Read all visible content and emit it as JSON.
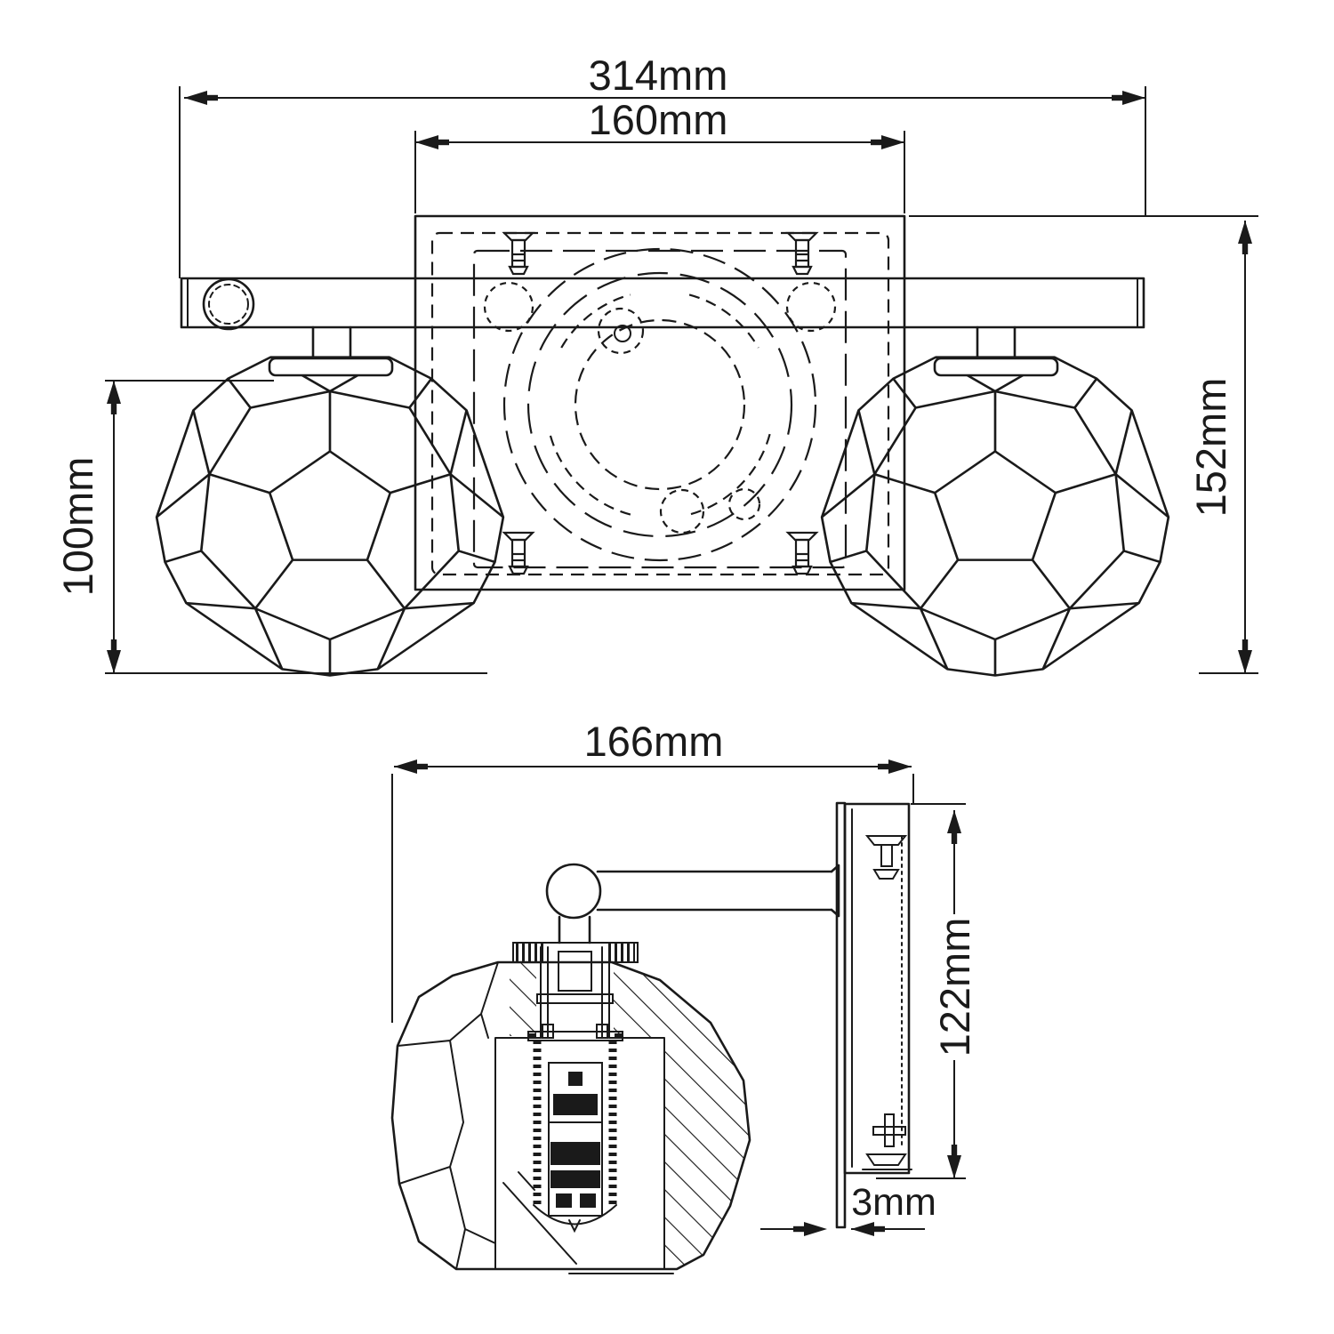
{
  "drawing": {
    "front_view": {
      "dimensions": {
        "overall_width": "314mm",
        "backplate_width": "160mm",
        "shade_height": "100mm",
        "fixture_height": "152mm"
      }
    },
    "side_view": {
      "dimensions": {
        "projection_depth": "166mm",
        "backplate_height": "122mm",
        "wall_plate_thickness": "3mm"
      }
    },
    "style": {
      "line_color": "#1a1a1a",
      "background_color": "#ffffff"
    }
  }
}
